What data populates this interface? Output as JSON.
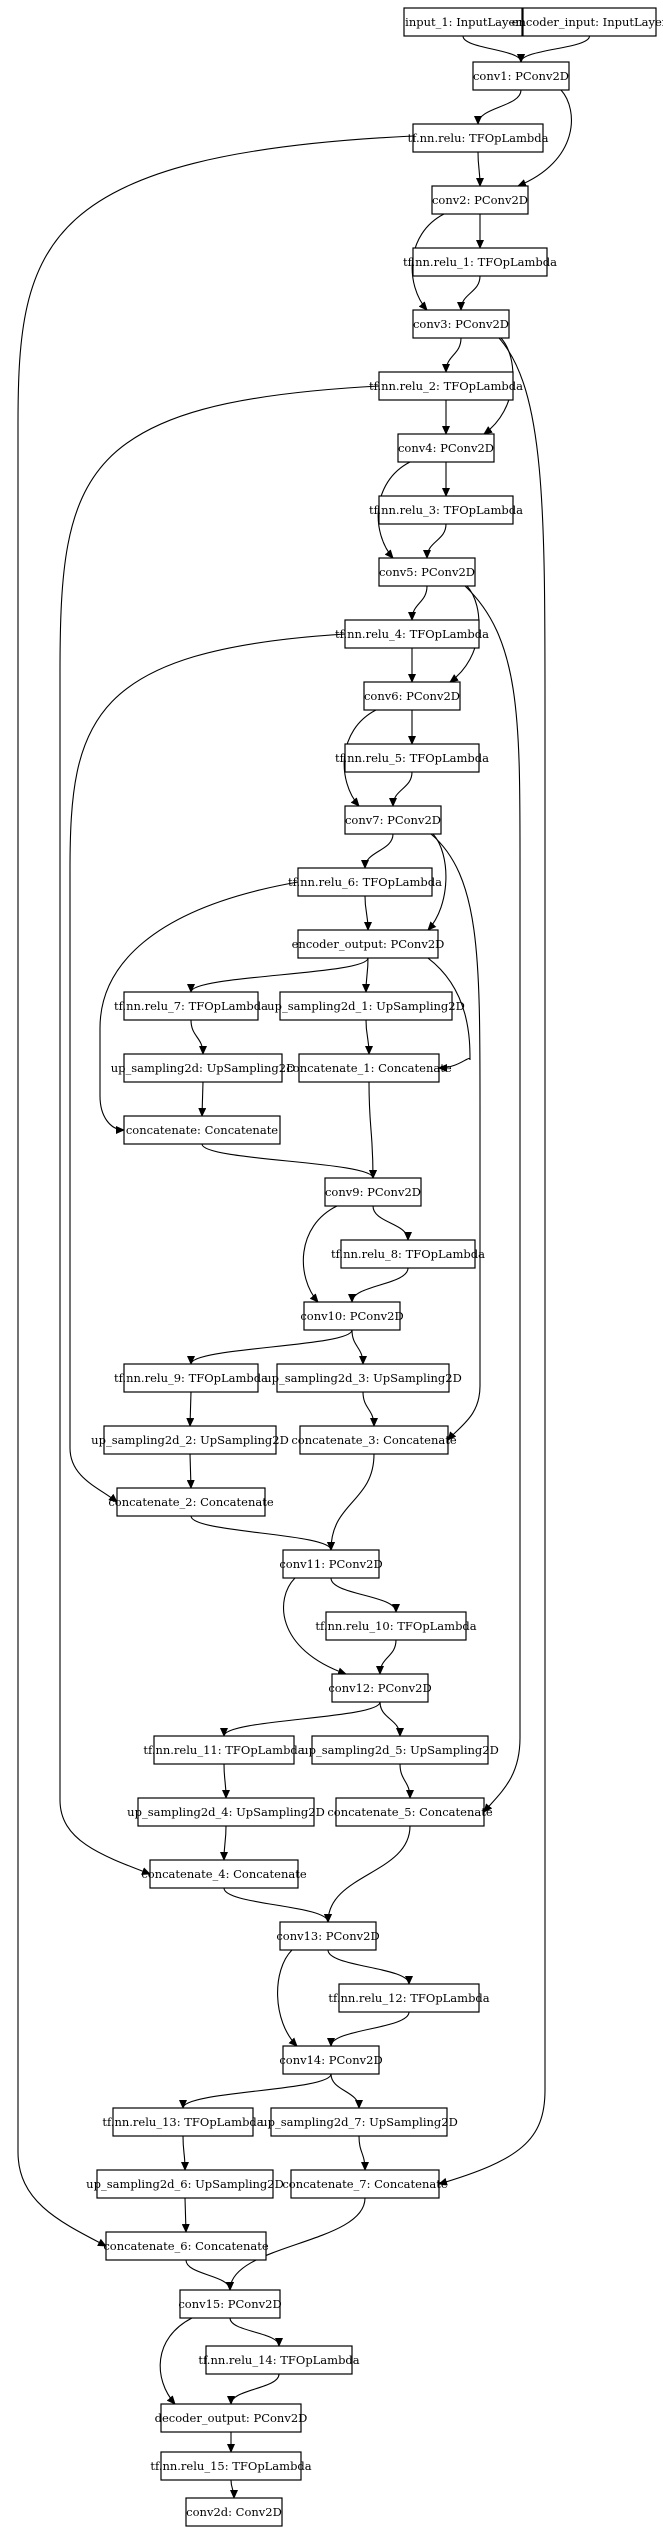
{
  "diagram": {
    "type": "model-graph",
    "colors": {
      "background": "#ffffff",
      "stroke": "#000000",
      "text": "#000000"
    },
    "nodes": [
      {
        "id": "input_1",
        "label": "input_1: InputLayer"
      },
      {
        "id": "encoder_input",
        "label": "encoder_input: InputLayer"
      },
      {
        "id": "conv1",
        "label": "conv1: PConv2D"
      },
      {
        "id": "relu",
        "label": "tf.nn.relu: TFOpLambda"
      },
      {
        "id": "conv2",
        "label": "conv2: PConv2D"
      },
      {
        "id": "relu_1",
        "label": "tf.nn.relu_1: TFOpLambda"
      },
      {
        "id": "conv3",
        "label": "conv3: PConv2D"
      },
      {
        "id": "relu_2",
        "label": "tf.nn.relu_2: TFOpLambda"
      },
      {
        "id": "conv4",
        "label": "conv4: PConv2D"
      },
      {
        "id": "relu_3",
        "label": "tf.nn.relu_3: TFOpLambda"
      },
      {
        "id": "conv5",
        "label": "conv5: PConv2D"
      },
      {
        "id": "relu_4",
        "label": "tf.nn.relu_4: TFOpLambda"
      },
      {
        "id": "conv6",
        "label": "conv6: PConv2D"
      },
      {
        "id": "relu_5",
        "label": "tf.nn.relu_5: TFOpLambda"
      },
      {
        "id": "conv7",
        "label": "conv7: PConv2D"
      },
      {
        "id": "relu_6",
        "label": "tf.nn.relu_6: TFOpLambda"
      },
      {
        "id": "encoder_output",
        "label": "encoder_output: PConv2D"
      },
      {
        "id": "relu_7",
        "label": "tf.nn.relu_7: TFOpLambda"
      },
      {
        "id": "up_1",
        "label": "up_sampling2d_1: UpSampling2D"
      },
      {
        "id": "up_0",
        "label": "up_sampling2d: UpSampling2D"
      },
      {
        "id": "concat_1",
        "label": "concatenate_1: Concatenate"
      },
      {
        "id": "concat_0",
        "label": "concatenate: Concatenate"
      },
      {
        "id": "conv9",
        "label": "conv9: PConv2D"
      },
      {
        "id": "relu_8",
        "label": "tf.nn.relu_8: TFOpLambda"
      },
      {
        "id": "conv10",
        "label": "conv10: PConv2D"
      },
      {
        "id": "relu_9",
        "label": "tf.nn.relu_9: TFOpLambda"
      },
      {
        "id": "up_3",
        "label": "up_sampling2d_3: UpSampling2D"
      },
      {
        "id": "up_2",
        "label": "up_sampling2d_2: UpSampling2D"
      },
      {
        "id": "concat_3",
        "label": "concatenate_3: Concatenate"
      },
      {
        "id": "concat_2",
        "label": "concatenate_2: Concatenate"
      },
      {
        "id": "conv11",
        "label": "conv11: PConv2D"
      },
      {
        "id": "relu_10",
        "label": "tf.nn.relu_10: TFOpLambda"
      },
      {
        "id": "conv12",
        "label": "conv12: PConv2D"
      },
      {
        "id": "relu_11",
        "label": "tf.nn.relu_11: TFOpLambda"
      },
      {
        "id": "up_5",
        "label": "up_sampling2d_5: UpSampling2D"
      },
      {
        "id": "up_4",
        "label": "up_sampling2d_4: UpSampling2D"
      },
      {
        "id": "concat_5",
        "label": "concatenate_5: Concatenate"
      },
      {
        "id": "concat_4",
        "label": "concatenate_4: Concatenate"
      },
      {
        "id": "conv13",
        "label": "conv13: PConv2D"
      },
      {
        "id": "relu_12",
        "label": "tf.nn.relu_12: TFOpLambda"
      },
      {
        "id": "conv14",
        "label": "conv14: PConv2D"
      },
      {
        "id": "relu_13",
        "label": "tf.nn.relu_13: TFOpLambda"
      },
      {
        "id": "up_7",
        "label": "up_sampling2d_7: UpSampling2D"
      },
      {
        "id": "up_6",
        "label": "up_sampling2d_6: UpSampling2D"
      },
      {
        "id": "concat_7",
        "label": "concatenate_7: Concatenate"
      },
      {
        "id": "concat_6",
        "label": "concatenate_6: Concatenate"
      },
      {
        "id": "conv15",
        "label": "conv15: PConv2D"
      },
      {
        "id": "relu_14",
        "label": "tf.nn.relu_14: TFOpLambda"
      },
      {
        "id": "decoder_output",
        "label": "decoder_output: PConv2D"
      },
      {
        "id": "relu_15",
        "label": "tf.nn.relu_15: TFOpLambda"
      },
      {
        "id": "conv2d",
        "label": "conv2d: Conv2D"
      }
    ],
    "edges": [
      [
        "input_1",
        "conv1"
      ],
      [
        "encoder_input",
        "conv1"
      ],
      [
        "conv1",
        "relu"
      ],
      [
        "conv1",
        "conv2"
      ],
      [
        "relu",
        "conv2"
      ],
      [
        "relu",
        "concat_6"
      ],
      [
        "conv2",
        "relu_1"
      ],
      [
        "conv2",
        "conv3"
      ],
      [
        "relu_1",
        "conv3"
      ],
      [
        "conv3",
        "relu_2"
      ],
      [
        "conv3",
        "conv4"
      ],
      [
        "conv3",
        "concat_7"
      ],
      [
        "relu_2",
        "conv4"
      ],
      [
        "relu_2",
        "concat_4"
      ],
      [
        "conv4",
        "relu_3"
      ],
      [
        "conv4",
        "conv5"
      ],
      [
        "relu_3",
        "conv5"
      ],
      [
        "conv5",
        "relu_4"
      ],
      [
        "conv5",
        "conv6"
      ],
      [
        "conv5",
        "concat_5"
      ],
      [
        "relu_4",
        "conv6"
      ],
      [
        "relu_4",
        "concat_2"
      ],
      [
        "conv6",
        "relu_5"
      ],
      [
        "conv6",
        "conv7"
      ],
      [
        "relu_5",
        "conv7"
      ],
      [
        "conv7",
        "relu_6"
      ],
      [
        "conv7",
        "encoder_output"
      ],
      [
        "conv7",
        "concat_3"
      ],
      [
        "relu_6",
        "encoder_output"
      ],
      [
        "relu_6",
        "concat_0"
      ],
      [
        "encoder_output",
        "relu_7"
      ],
      [
        "encoder_output",
        "up_1"
      ],
      [
        "encoder_output",
        "concat_1"
      ],
      [
        "relu_7",
        "up_0"
      ],
      [
        "up_1",
        "concat_1"
      ],
      [
        "up_0",
        "concat_0"
      ],
      [
        "concat_1",
        "conv9"
      ],
      [
        "concat_0",
        "conv9"
      ],
      [
        "conv9",
        "relu_8"
      ],
      [
        "conv9",
        "conv10"
      ],
      [
        "relu_8",
        "conv10"
      ],
      [
        "conv10",
        "relu_9"
      ],
      [
        "conv10",
        "up_3"
      ],
      [
        "relu_9",
        "up_2"
      ],
      [
        "up_3",
        "concat_3"
      ],
      [
        "up_2",
        "concat_2"
      ],
      [
        "concat_3",
        "conv11"
      ],
      [
        "concat_2",
        "conv11"
      ],
      [
        "conv11",
        "relu_10"
      ],
      [
        "conv11",
        "conv12"
      ],
      [
        "relu_10",
        "conv12"
      ],
      [
        "conv12",
        "relu_11"
      ],
      [
        "conv12",
        "up_5"
      ],
      [
        "relu_11",
        "up_4"
      ],
      [
        "up_5",
        "concat_5"
      ],
      [
        "up_4",
        "concat_4"
      ],
      [
        "concat_5",
        "conv13"
      ],
      [
        "concat_4",
        "conv13"
      ],
      [
        "conv13",
        "relu_12"
      ],
      [
        "conv13",
        "conv14"
      ],
      [
        "relu_12",
        "conv14"
      ],
      [
        "conv14",
        "relu_13"
      ],
      [
        "conv14",
        "up_7"
      ],
      [
        "relu_13",
        "up_6"
      ],
      [
        "up_7",
        "concat_7"
      ],
      [
        "up_6",
        "concat_6"
      ],
      [
        "concat_7",
        "conv15"
      ],
      [
        "concat_6",
        "conv15"
      ],
      [
        "conv15",
        "relu_14"
      ],
      [
        "conv15",
        "decoder_output"
      ],
      [
        "relu_14",
        "decoder_output"
      ],
      [
        "decoder_output",
        "relu_15"
      ],
      [
        "relu_15",
        "conv2d"
      ]
    ]
  }
}
